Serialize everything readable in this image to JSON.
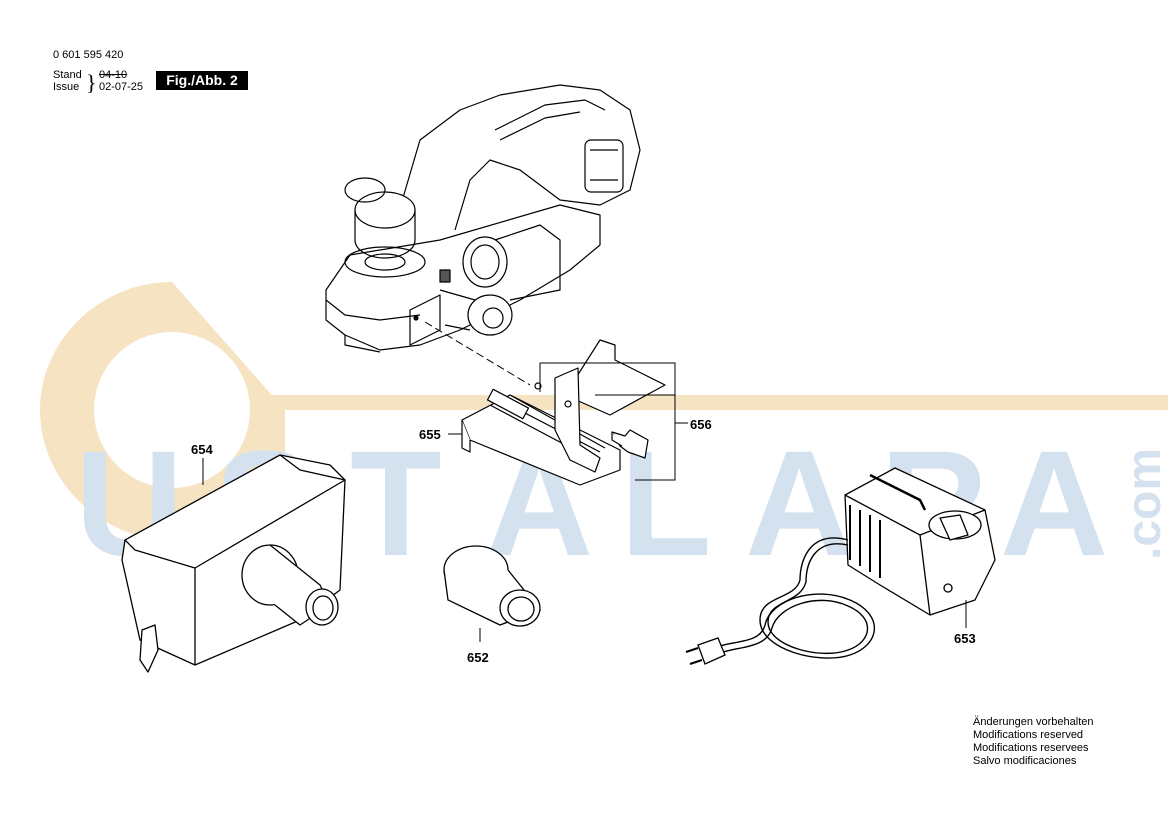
{
  "header": {
    "part_number": "0 601 595 420",
    "stand_label": "Stand",
    "issue_label": "Issue",
    "stand_value": "04-10",
    "issue_value": "02-07-25",
    "figure_label": "Fig./Abb. 2"
  },
  "callouts": {
    "c654": "654",
    "c655": "655",
    "c656": "656",
    "c652": "652",
    "c653": "653"
  },
  "watermark": {
    "letters": [
      "U",
      "S",
      "T",
      "A",
      "L",
      "A",
      "R",
      "A"
    ],
    "suffix": ".com",
    "colors": {
      "orange": "#f5e3c2",
      "blue": "#dde8f2",
      "blue_text": "#d4e2ef"
    }
  },
  "notes": {
    "line1": "Änderungen vorbehalten",
    "line2": "Modifications reserved",
    "line3": "Modifications reservees",
    "line4": "Salvo modificaciones"
  }
}
